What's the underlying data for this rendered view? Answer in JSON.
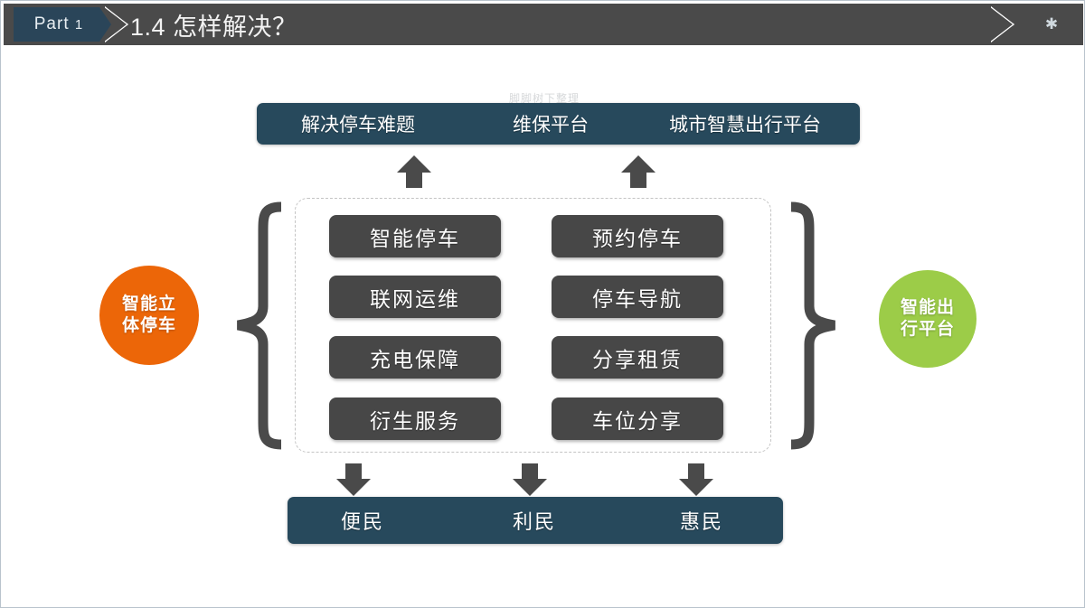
{
  "header": {
    "part_label": "Part",
    "part_number": "1",
    "title": "1.4 怎样解决？",
    "star_icon": "✱",
    "bar_color": "#4a4a4a",
    "tab_color": "#2a4559"
  },
  "watermark": {
    "text": "脚脚树下整理"
  },
  "top_banner": {
    "color": "#27495c",
    "items": [
      {
        "label": "解决停车难题"
      },
      {
        "label": "维保平台"
      },
      {
        "label": "城市智慧出行平台"
      }
    ]
  },
  "features": {
    "box_color": "#474747",
    "left_column": [
      {
        "label": "智能停车"
      },
      {
        "label": "联网运维"
      },
      {
        "label": "充电保障"
      },
      {
        "label": "衍生服务"
      }
    ],
    "right_column": [
      {
        "label": "预约停车"
      },
      {
        "label": "停车导航"
      },
      {
        "label": "分享租赁"
      },
      {
        "label": "车位分享"
      }
    ]
  },
  "side_circles": {
    "left": {
      "line1": "智能立",
      "line2": "体停车",
      "color": "#ec6608"
    },
    "right": {
      "line1": "智能出",
      "line2": "行平台",
      "color": "#9ccc48"
    }
  },
  "arrows": {
    "up_count": 2,
    "down_count": 3,
    "color": "#4a4a4a"
  },
  "bottom_banner": {
    "color": "#27495c",
    "items": [
      {
        "label": "便民"
      },
      {
        "label": "利民"
      },
      {
        "label": "惠民"
      }
    ]
  }
}
